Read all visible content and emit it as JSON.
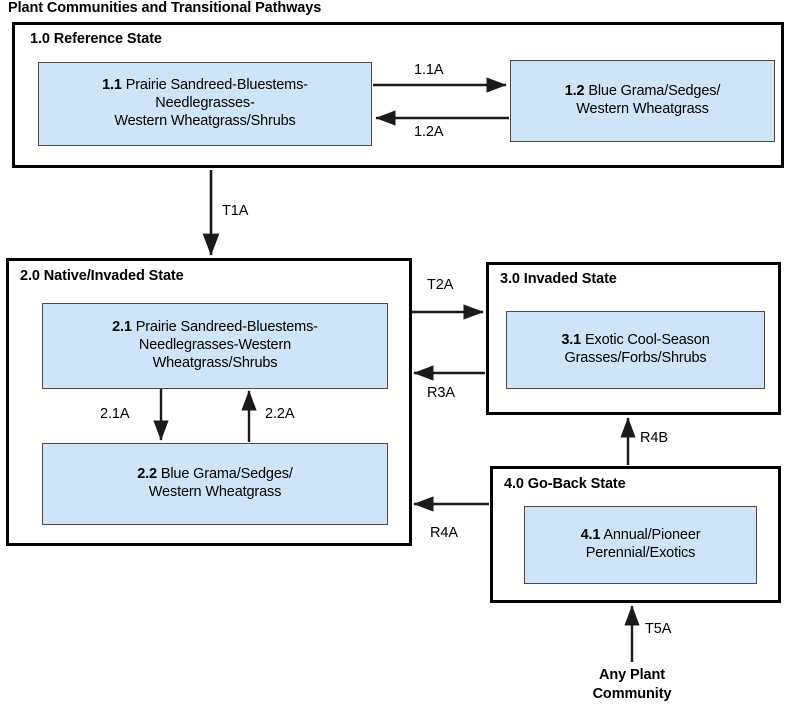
{
  "title": "Plant Communities and Transitional Pathways",
  "colors": {
    "community_fill": "#cfe4f7",
    "community_border": "#4a4a4a",
    "state_border": "#000000",
    "text": "#000000",
    "background": "#ffffff"
  },
  "states": [
    {
      "id": "state-1",
      "label": "1.0 Reference State"
    },
    {
      "id": "state-2",
      "label": "2.0 Native/Invaded State"
    },
    {
      "id": "state-3",
      "label": "3.0 Invaded State"
    },
    {
      "id": "state-4",
      "label": "4.0 Go-Back State"
    }
  ],
  "communities": [
    {
      "id": "community-1-1",
      "code": "1.1",
      "name": "Prairie Sandreed-Bluestems-Needlegrasses-Western Wheatgrass/Shrubs",
      "lines": [
        "Prairie Sandreed-Bluestems-",
        "Needlegrasses-",
        "Western Wheatgrass/Shrubs"
      ]
    },
    {
      "id": "community-1-2",
      "code": "1.2",
      "name": "Blue Grama/Sedges/Western Wheatgrass",
      "lines": [
        "Blue Grama/Sedges/",
        "Western Wheatgrass"
      ]
    },
    {
      "id": "community-2-1",
      "code": "2.1",
      "name": "Prairie Sandreed-Bluestems-Needlegrasses-Western Wheatgrass/Shrubs",
      "lines": [
        "Prairie Sandreed-Bluestems-",
        "Needlegrasses-Western",
        "Wheatgrass/Shrubs"
      ]
    },
    {
      "id": "community-2-2",
      "code": "2.2",
      "name": "Blue Grama/Sedges/Western Wheatgrass",
      "lines": [
        "Blue Grama/Sedges/",
        "Western Wheatgrass"
      ]
    },
    {
      "id": "community-3-1",
      "code": "3.1",
      "name": "Exotic Cool-Season Grasses/Forbs/Shrubs",
      "lines": [
        "Exotic Cool-Season",
        "Grasses/Forbs/Shrubs"
      ]
    },
    {
      "id": "community-4-1",
      "code": "4.1",
      "name": "Annual/Pioneer Perennial/Exotics",
      "lines": [
        "Annual/Pioneer",
        "Perennial/Exotics"
      ]
    }
  ],
  "transitions": [
    {
      "id": "pathway-1-1A",
      "label": "1.1A",
      "from": "1.1",
      "to": "1.2"
    },
    {
      "id": "pathway-1-2A",
      "label": "1.2A",
      "from": "1.2",
      "to": "1.1"
    },
    {
      "id": "transition-T1A",
      "label": "T1A",
      "from": "1.0",
      "to": "2.0"
    },
    {
      "id": "pathway-2-1A",
      "label": "2.1A",
      "from": "2.1",
      "to": "2.2"
    },
    {
      "id": "pathway-2-2A",
      "label": "2.2A",
      "from": "2.2",
      "to": "2.1"
    },
    {
      "id": "transition-T2A",
      "label": "T2A",
      "from": "2.0",
      "to": "3.0"
    },
    {
      "id": "restoration-R3A",
      "label": "R3A",
      "from": "3.0",
      "to": "2.0"
    },
    {
      "id": "restoration-R4A",
      "label": "R4A",
      "from": "4.0",
      "to": "2.0"
    },
    {
      "id": "restoration-R4B",
      "label": "R4B",
      "from": "4.0",
      "to": "3.0"
    },
    {
      "id": "transition-T5A",
      "label": "T5A",
      "from": "Any Plant Community",
      "to": "4.0"
    }
  ],
  "free_text": [
    {
      "id": "any-plant-community",
      "lines": [
        "Any Plant",
        "Community"
      ]
    }
  ]
}
